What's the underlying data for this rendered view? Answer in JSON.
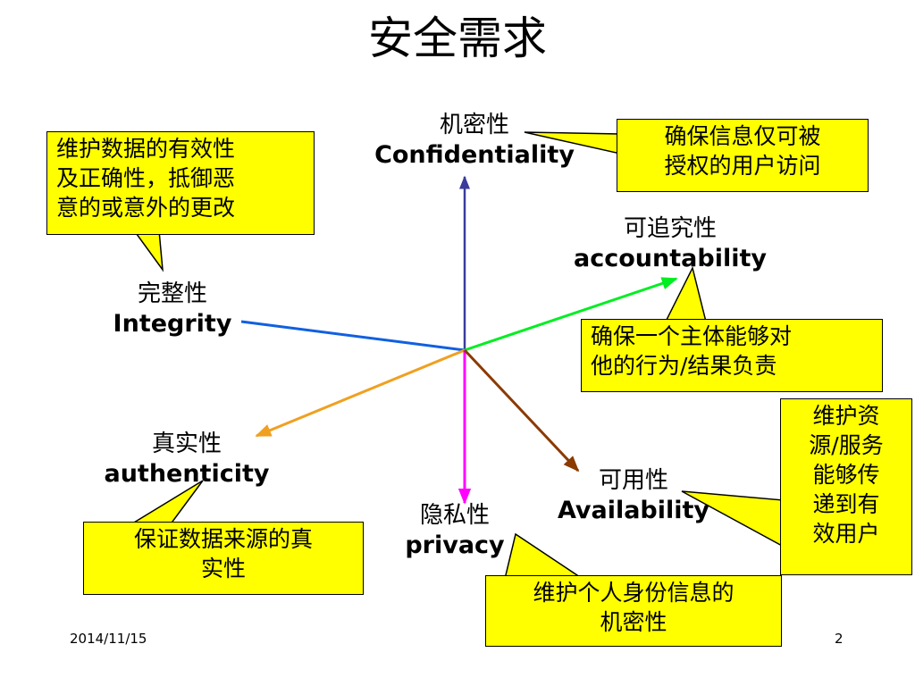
{
  "title": "安全需求",
  "nodes": {
    "confidentiality": {
      "zh": "机密性",
      "en": "Confidentiality"
    },
    "accountability": {
      "zh": "可追究性",
      "en": "accountability"
    },
    "integrity": {
      "zh": "完整性",
      "en": "Integrity"
    },
    "authenticity": {
      "zh": "真实性",
      "en": "authenticity"
    },
    "privacy": {
      "zh": "隐私性",
      "en": "privacy"
    },
    "availability": {
      "zh": "可用性",
      "en": "Availability"
    }
  },
  "callouts": {
    "integrity": [
      "维护数据的有效性",
      "及正确性，抵御恶",
      "意的或意外的更改"
    ],
    "confidentiality": [
      "确保信息仅可被",
      "授权的用户访问"
    ],
    "accountability": [
      "确保一个主体能够对",
      "他的行为/结果负责"
    ],
    "availability": [
      "维护资",
      "源/服务",
      "能够传",
      "递到有",
      "效用户"
    ],
    "authenticity": [
      "保证数据来源的真",
      "实性"
    ],
    "privacy": [
      "维护个人身份信息的",
      "机密性"
    ]
  },
  "colors": {
    "confidentiality": "#3b3b9c",
    "integrity": "#1060e0",
    "accountability": "#00ee22",
    "authenticity": "#f0a020",
    "privacy": "#ff00ff",
    "availability": "#8b3a00",
    "callout_fill": "#ffff00"
  },
  "footer": {
    "date": "2014/11/15",
    "page": "2"
  }
}
